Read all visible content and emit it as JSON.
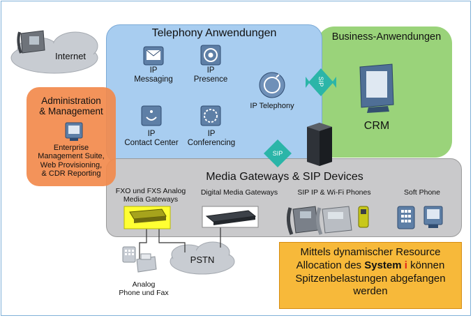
{
  "internet_label": "Internet",
  "telephony": {
    "title": "Telephony Anwendungen",
    "ip_messaging": [
      "IP",
      "Messaging"
    ],
    "ip_presence": [
      "IP",
      "Presence"
    ],
    "ip_telephony": "IP Telephony",
    "ip_contact_center": [
      "IP",
      "Contact Center"
    ],
    "ip_conferencing": [
      "IP",
      "Conferencing"
    ]
  },
  "business": {
    "title": "Business-Anwendungen",
    "crm": "CRM"
  },
  "admin": {
    "title": [
      "Administration",
      "& Management"
    ],
    "items": [
      "Enterprise",
      "Management Suite,",
      "Web Provisioning,",
      "& CDR Reporting"
    ]
  },
  "sip_labels": {
    "right": "SIP",
    "bottom": "SIP"
  },
  "media": {
    "title": "Media Gateways & SIP Devices",
    "fxo_fxs": [
      "FXO und FXS Analog",
      "Media Gateways"
    ],
    "digital": "Digital Media Gateways",
    "sip_phones": "SIP IP & Wi-Fi Phones",
    "soft_phone": "Soft Phone"
  },
  "pstn_label": "PSTN",
  "analog": [
    "Analog",
    "Phone und Fax"
  ],
  "callout": {
    "line1": "Mittels dynamischer Resource",
    "line2_pre": "Allocation des ",
    "line2_bold": "System",
    "line2_i": "i",
    "line2_post": " können",
    "line3": "Spitzenbelastungen abgefangen",
    "line4": "werden"
  },
  "colors": {
    "telephony_panel": "#a8cdf0",
    "business_panel": "#9ad37a",
    "admin_panel": "#f28a4c",
    "media_panel": "#c9c9cb",
    "callout": "#f7b93a",
    "sip_arrow": "#2bb5a8",
    "cloud": "#c8ccd2"
  }
}
